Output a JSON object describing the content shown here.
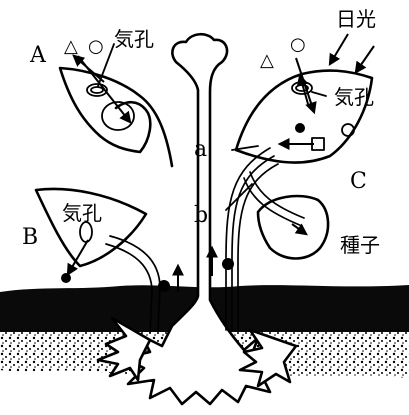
{
  "labels": {
    "leaf_a": "A",
    "leaf_b": "B",
    "leaf_c": "C",
    "vessel_a": "a",
    "vessel_b": "b",
    "stoma_a": "気孔",
    "stoma_b": "気孔",
    "stoma_c": "気孔",
    "sunlight": "日光",
    "seed": "種子"
  },
  "symbols": {
    "triangle": "△",
    "circle": "○"
  },
  "colors": {
    "ink": "#000000",
    "paper": "#ffffff",
    "soil": "#0a0a0a"
  }
}
